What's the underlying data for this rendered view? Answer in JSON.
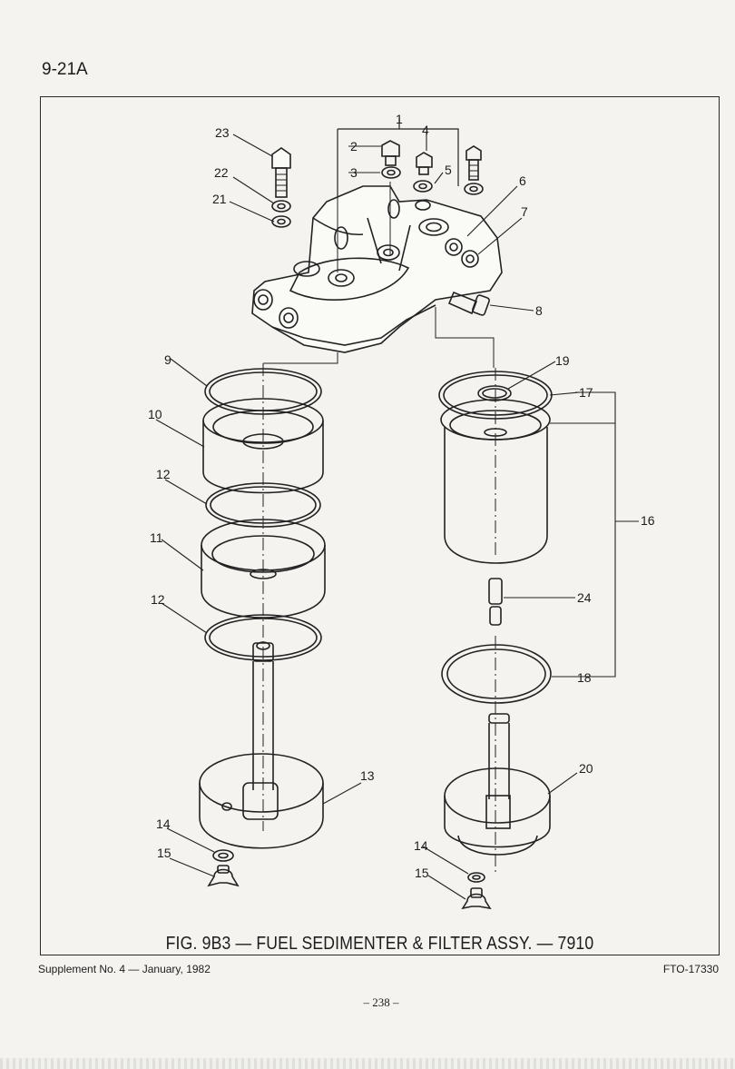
{
  "page": {
    "page_number": "9-21A",
    "caption": "FIG. 9B3 — FUEL SEDIMENTER & FILTER ASSY. — 7910",
    "footer_left": "Supplement No. 4 — January, 1982",
    "footer_right": "FTO-17330",
    "sheet_number": "– 238 –"
  },
  "callouts": {
    "c1": "1",
    "c2": "2",
    "c3": "3",
    "c4": "4",
    "c5": "5",
    "c6": "6",
    "c7": "7",
    "c8": "8",
    "c9": "9",
    "c10": "10",
    "c11": "11",
    "c12a": "12",
    "c12b": "12",
    "c13": "13",
    "c14a": "14",
    "c14b": "14",
    "c15a": "15",
    "c15b": "15",
    "c16": "16",
    "c17": "17",
    "c18": "18",
    "c19": "19",
    "c20": "20",
    "c21": "21",
    "c22": "22",
    "c23": "23",
    "c24": "24"
  }
}
